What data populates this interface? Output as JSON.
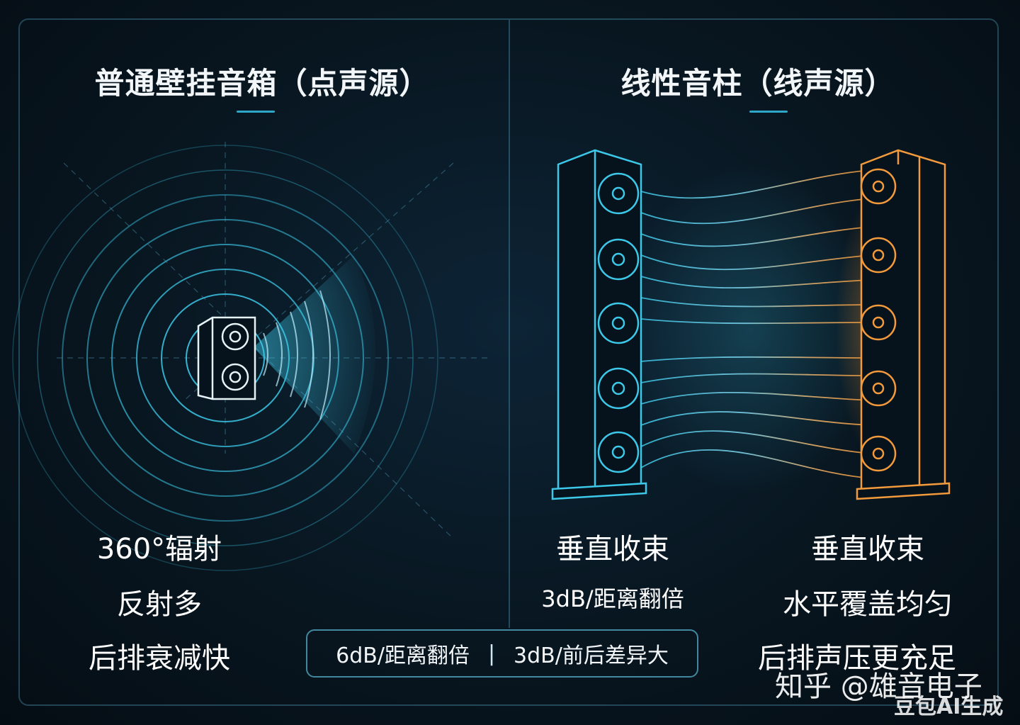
{
  "left_panel": {
    "title": "普通壁挂音箱（点声源）",
    "features": [
      "360°辐射",
      "反射多",
      "后排衰减快"
    ]
  },
  "right_panel": {
    "title": "线性音柱（线声源）",
    "col1": [
      "垂直收束",
      "3dB/距离翻倍"
    ],
    "col2": [
      "垂直收束",
      "水平覆盖均匀",
      "后排声压更充足"
    ]
  },
  "comparison": {
    "left": "6dB/距离翻倍",
    "separator": "|",
    "right": "3dB/前后差异大"
  },
  "watermark": "知乎 @雄音电子",
  "badge": "豆包AI生成",
  "colors": {
    "cyan": "#3cc8e8",
    "orange": "#f29a3c",
    "frame": "#5aaac8"
  }
}
